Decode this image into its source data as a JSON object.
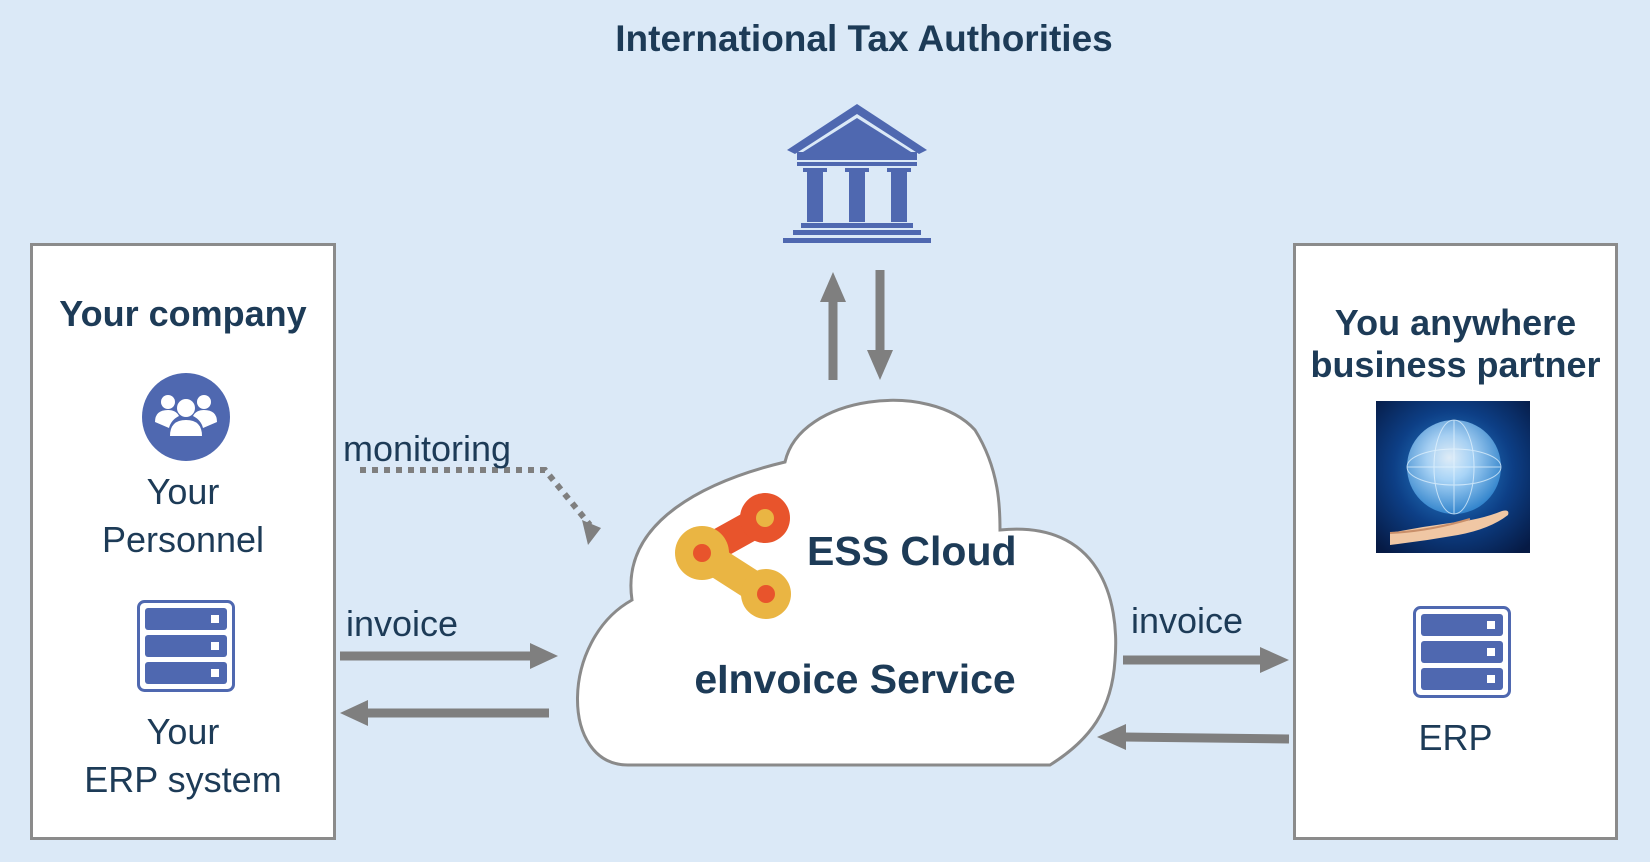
{
  "title": "International Tax Authorities",
  "left_panel": {
    "heading": "Your company",
    "personnel_label": [
      "Your",
      "Personnel"
    ],
    "erp_label": [
      "Your",
      "ERP system"
    ]
  },
  "right_panel": {
    "heading": [
      "You anywhere",
      "business partner"
    ],
    "erp_label": "ERP"
  },
  "cloud": {
    "brand": "ESS Cloud",
    "service": "eInvoice Service"
  },
  "flows": {
    "monitoring": "monitoring",
    "invoice_left": "invoice",
    "invoice_right": "invoice"
  },
  "icons": [
    "bank-icon",
    "users-icon",
    "server-icon",
    "globe-hand-image",
    "ess-logo"
  ],
  "colors": {
    "background": "#dbe9f7",
    "icon_blue": "#4f68b0",
    "arrow_gray": "#7f7f7f",
    "logo_orange": "#e8542c",
    "logo_yellow": "#eab543",
    "text_navy": "#1d3b57"
  }
}
